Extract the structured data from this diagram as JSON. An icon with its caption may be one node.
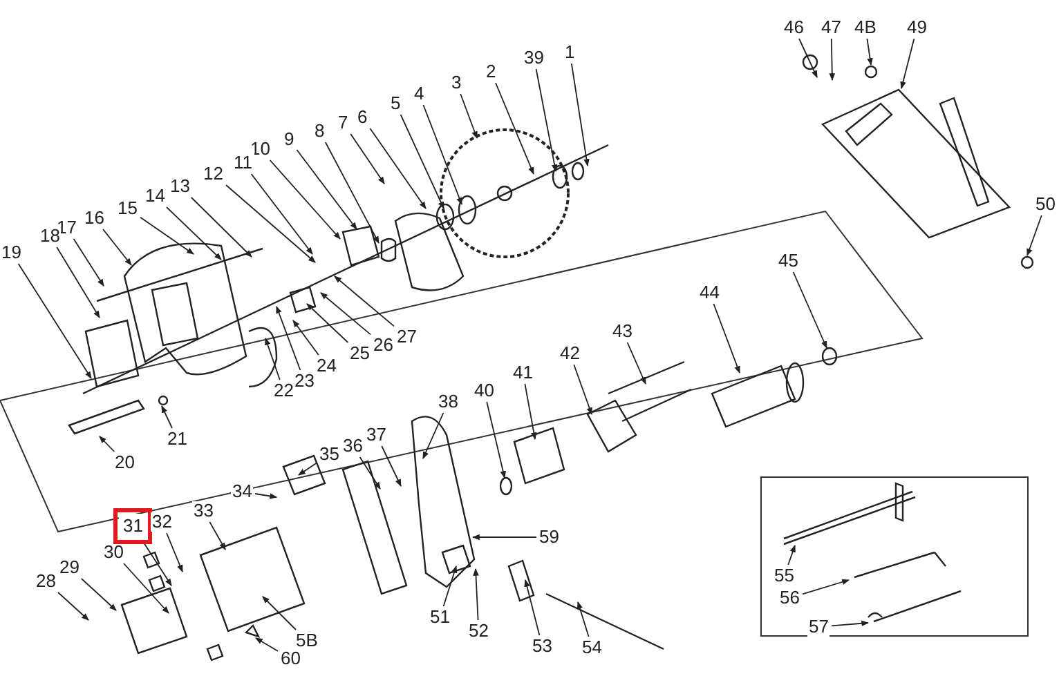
{
  "diagram": {
    "nodes": [
      {
        "text": [],
        "shape": "box"
      },
      {
        "text": [
          "1"
        ]
      },
      {
        "text": [
          "2"
        ]
      },
      {
        "text": [
          "3"
        ]
      },
      {
        "text": [
          "4"
        ]
      },
      {
        "text": [
          "5"
        ]
      },
      {
        "text": [
          "6"
        ]
      },
      {
        "text": [
          "7"
        ]
      },
      {
        "text": [
          "8"
        ]
      },
      {
        "text": [
          "9"
        ]
      },
      {
        "text": [
          "10"
        ]
      },
      {
        "text": [
          "11"
        ]
      },
      {
        "text": [
          "12"
        ]
      },
      {
        "text": [
          "13"
        ]
      },
      {
        "text": [
          "14"
        ]
      },
      {
        "text": [
          "15"
        ]
      },
      {
        "text": [
          "16"
        ]
      },
      {
        "text": [
          "17"
        ]
      },
      {
        "text": [
          "18"
        ]
      },
      {
        "text": [
          "19"
        ]
      },
      {
        "text": [
          "20"
        ]
      },
      {
        "text": [
          "21"
        ]
      },
      {
        "text": [
          "22"
        ]
      },
      {
        "text": [
          "23"
        ]
      },
      {
        "text": [
          "24"
        ]
      },
      {
        "text": [
          "25"
        ]
      },
      {
        "text": [
          "26"
        ]
      },
      {
        "text": [
          "27"
        ]
      },
      {
        "text": [
          "28"
        ]
      },
      {
        "text": [
          "29"
        ]
      },
      {
        "text": [
          "30"
        ]
      },
      {
        "text": [
          "31"
        ]
      },
      {
        "text": [
          "32"
        ]
      },
      {
        "text": [
          "33"
        ]
      },
      {
        "text": [
          "34"
        ]
      },
      {
        "text": [
          "35"
        ]
      },
      {
        "text": [
          "36"
        ]
      },
      {
        "text": [
          "37"
        ]
      },
      {
        "text": [
          "38"
        ]
      },
      {
        "text": [
          "39"
        ]
      },
      {
        "text": [
          "40"
        ]
      },
      {
        "text": [
          "41"
        ]
      },
      {
        "text": [
          "42"
        ]
      },
      {
        "text": [
          "43"
        ]
      },
      {
        "text": [
          "44"
        ]
      },
      {
        "text": [
          "45"
        ]
      },
      {
        "text": [
          "46"
        ]
      },
      {
        "text": [
          "47"
        ]
      },
      {
        "text": [
          "4B"
        ]
      },
      {
        "text": [
          "49"
        ]
      },
      {
        "text": [
          "50"
        ]
      },
      {
        "text": [
          "51"
        ]
      },
      {
        "text": [
          "52"
        ]
      },
      {
        "text": [
          "53"
        ]
      },
      {
        "text": [
          "54"
        ]
      },
      {
        "text": [
          "55"
        ],
        "in": 0
      },
      {
        "text": [
          "56"
        ],
        "in": 0
      },
      {
        "text": [
          "57"
        ],
        "in": 0
      },
      {
        "text": [
          "5B"
        ]
      },
      {
        "text": [
          "59"
        ]
      },
      {
        "text": [
          "60"
        ]
      }
    ],
    "edges": [
      {
        "from": 1,
        "to": null,
        "arrow": "to"
      },
      {
        "from": 2,
        "to": null,
        "arrow": "to"
      },
      {
        "from": 3,
        "to": null,
        "arrow": "to"
      },
      {
        "from": 4,
        "to": null,
        "arrow": "to"
      },
      {
        "from": 5,
        "to": null,
        "arrow": "to"
      },
      {
        "from": 6,
        "to": null,
        "arrow": "to"
      },
      {
        "from": 7,
        "to": null,
        "arrow": "to"
      },
      {
        "from": 8,
        "to": null,
        "arrow": "to"
      },
      {
        "from": 9,
        "to": null,
        "arrow": "to"
      },
      {
        "from": 10,
        "to": null,
        "arrow": "to"
      },
      {
        "from": 11,
        "to": null,
        "arrow": "to"
      },
      {
        "from": 12,
        "to": null,
        "arrow": "to"
      },
      {
        "from": 13,
        "to": null,
        "arrow": "to"
      },
      {
        "from": 14,
        "to": null,
        "arrow": "to"
      },
      {
        "from": 15,
        "to": null,
        "arrow": "to"
      },
      {
        "from": 16,
        "to": null,
        "arrow": "to"
      },
      {
        "from": 17,
        "to": null,
        "arrow": "to"
      },
      {
        "from": 18,
        "to": null,
        "arrow": "to"
      },
      {
        "from": 19,
        "to": null,
        "arrow": "to"
      },
      {
        "from": 20,
        "to": null,
        "arrow": "to"
      },
      {
        "from": 21,
        "to": null,
        "arrow": "to"
      },
      {
        "from": 22,
        "to": null,
        "arrow": "to"
      },
      {
        "from": 23,
        "to": null,
        "arrow": "to"
      },
      {
        "from": 24,
        "to": null,
        "arrow": "to"
      },
      {
        "from": 25,
        "to": null,
        "arrow": "to"
      },
      {
        "from": 26,
        "to": null,
        "arrow": "to"
      },
      {
        "from": 27,
        "to": null,
        "arrow": "to"
      },
      {
        "from": 28,
        "to": null,
        "arrow": "to"
      },
      {
        "from": 29,
        "to": null,
        "arrow": "to"
      },
      {
        "from": 30,
        "to": null,
        "arrow": "to"
      },
      {
        "from": 31,
        "to": null,
        "arrow": "to"
      },
      {
        "from": 32,
        "to": null,
        "arrow": "to"
      },
      {
        "from": 33,
        "to": null,
        "arrow": "to"
      },
      {
        "from": 34,
        "to": null,
        "arrow": "to"
      },
      {
        "from": 35,
        "to": null,
        "arrow": "to"
      },
      {
        "from": 36,
        "to": null,
        "arrow": "to"
      },
      {
        "from": 37,
        "to": null,
        "arrow": "to"
      },
      {
        "from": 38,
        "to": null,
        "arrow": "to"
      },
      {
        "from": 39,
        "to": null,
        "arrow": "to"
      },
      {
        "from": 40,
        "to": null,
        "arrow": "to"
      },
      {
        "from": 41,
        "to": null,
        "arrow": "to"
      },
      {
        "from": 42,
        "to": null,
        "arrow": "to"
      },
      {
        "from": 43,
        "to": null,
        "arrow": "to"
      },
      {
        "from": 44,
        "to": null,
        "arrow": "to"
      },
      {
        "from": 45,
        "to": null,
        "arrow": "to"
      },
      {
        "from": 46,
        "to": null,
        "arrow": "to"
      },
      {
        "from": 47,
        "to": null,
        "arrow": "to"
      },
      {
        "from": 48,
        "to": null,
        "arrow": "to"
      },
      {
        "from": 49,
        "to": null,
        "arrow": "to"
      },
      {
        "from": 50,
        "to": null,
        "arrow": "to"
      },
      {
        "from": 51,
        "to": null,
        "arrow": "to"
      },
      {
        "from": 52,
        "to": null,
        "arrow": "to"
      },
      {
        "from": 53,
        "to": null,
        "arrow": "to"
      },
      {
        "from": 54,
        "to": null,
        "arrow": "to"
      },
      {
        "from": 55,
        "to": null,
        "arrow": "to"
      },
      {
        "from": 56,
        "to": null,
        "arrow": "to"
      },
      {
        "from": 57,
        "to": null,
        "arrow": "to"
      },
      {
        "from": 58,
        "to": null,
        "arrow": "to"
      },
      {
        "from": 59,
        "to": null,
        "arrow": "to"
      },
      {
        "from": 60,
        "to": null,
        "arrow": "to"
      }
    ]
  }
}
